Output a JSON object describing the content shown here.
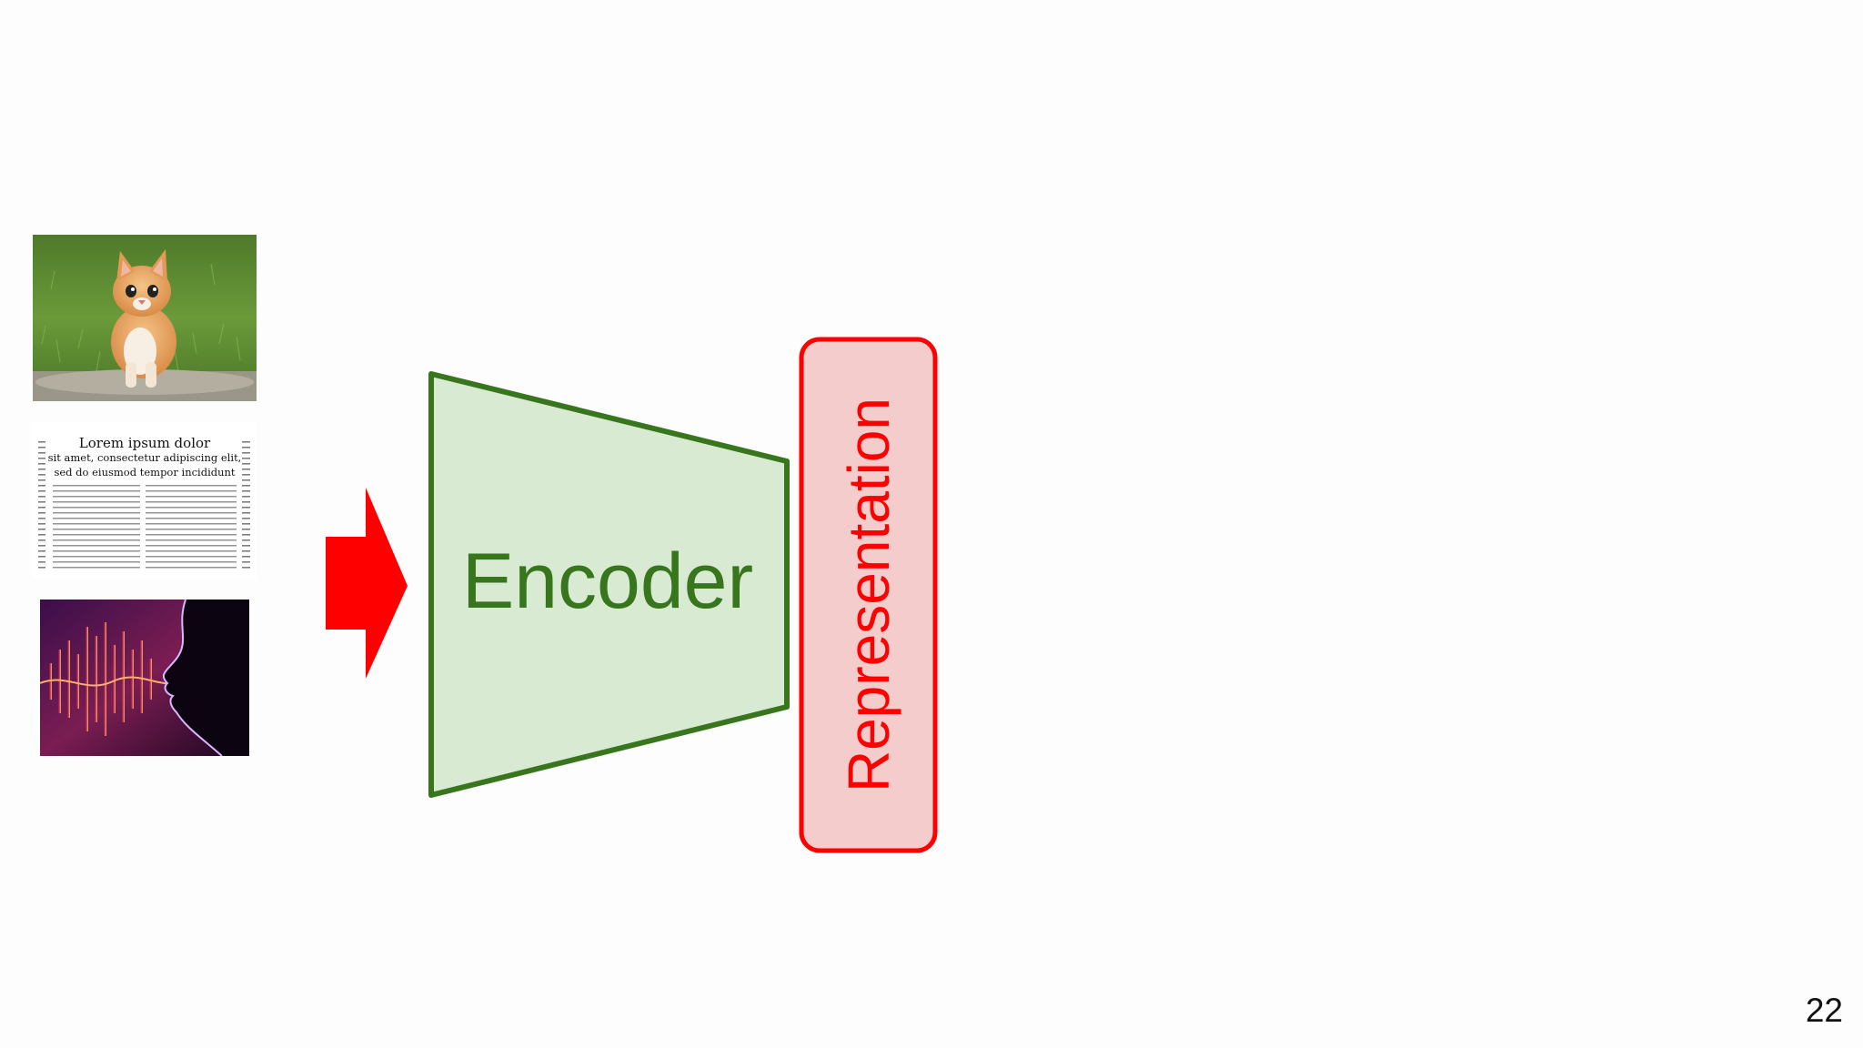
{
  "slide": {
    "page_number": "22"
  },
  "inputs": {
    "newspaper": {
      "headline_line1": "Lorem ipsum dolor",
      "headline_line2": "sit amet, consectetur adipiscing elit,",
      "headline_line3": "sed do eiusmod tempor incididunt"
    }
  },
  "encoder": {
    "label": "Encoder",
    "fill_color": "#d9ead3",
    "stroke_color": "#38761d"
  },
  "representation": {
    "label": "Representation",
    "fill_color": "#f4cccc",
    "stroke_color": "#ff0000"
  },
  "arrow": {
    "color": "#ff0000"
  }
}
